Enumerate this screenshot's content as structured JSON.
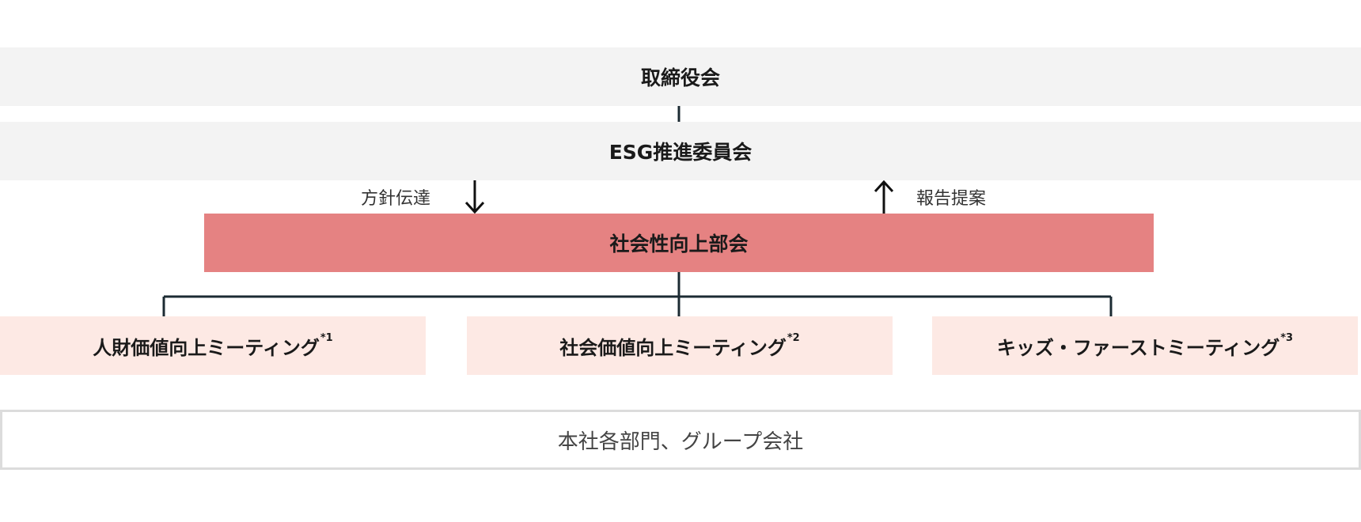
{
  "org_chart": {
    "board": "取締役会",
    "esg_committee": "ESG推進委員会",
    "down_label": "方針伝達",
    "up_label": "報告提案",
    "subcommittee": "社会性向上部会",
    "meetings": [
      {
        "label": "人財価値向上ミーティング",
        "note": "*1"
      },
      {
        "label": "社会価値向上ミーティング",
        "note": "*2"
      },
      {
        "label": "キッズ・ファーストミーティング",
        "note": "*3"
      }
    ],
    "departments": "本社各部門、グループ会社"
  },
  "colors": {
    "gray_box": "#f3f3f3",
    "subcommittee_box": "#e58282",
    "meeting_box": "#fde9e4",
    "connector": "#1c2b33"
  }
}
